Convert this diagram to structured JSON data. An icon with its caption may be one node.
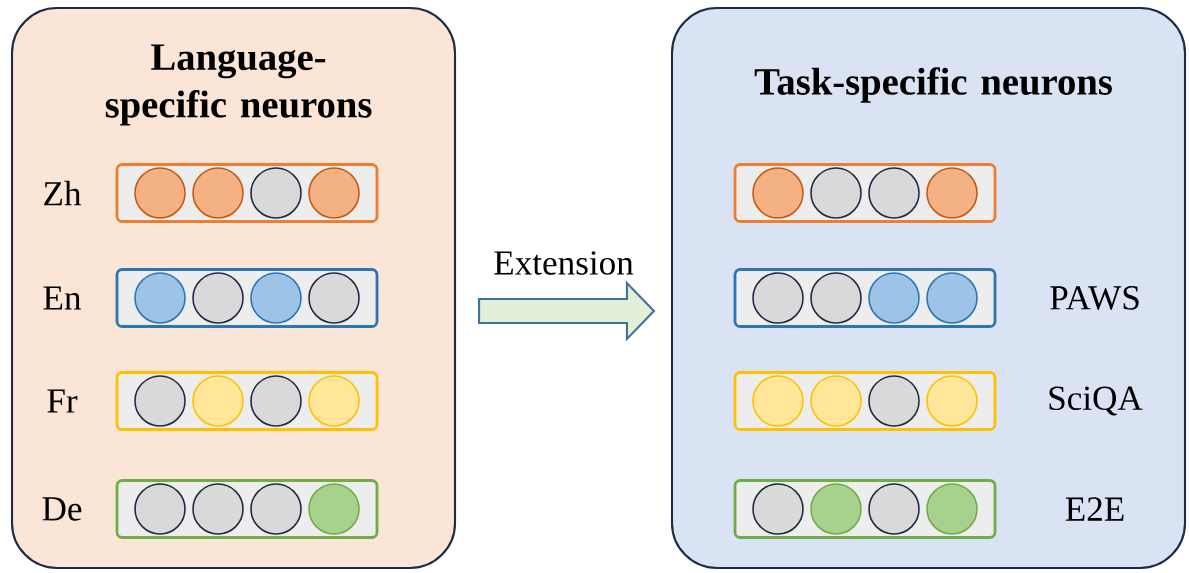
{
  "diagram": {
    "nodes": [
      {
        "text": [
          "Language-specific neurons"
        ]
      },
      {
        "text": [],
        "shape": "box",
        "in": 0,
        "beside": [
          "Zh"
        ]
      },
      {
        "text": [],
        "shape": "box",
        "in": 0,
        "beside": [
          "En"
        ]
      },
      {
        "text": [],
        "shape": "box",
        "in": 0,
        "beside": [
          "Fr"
        ]
      },
      {
        "text": [],
        "shape": "box",
        "in": 0,
        "beside": [
          "De"
        ]
      },
      {
        "text": [
          "Task-specific neurons"
        ]
      },
      {
        "text": [],
        "shape": "box",
        "in": 5
      },
      {
        "text": [],
        "shape": "box",
        "in": 5,
        "beside": [
          "PAWS"
        ]
      },
      {
        "text": [],
        "shape": "box",
        "in": 5,
        "beside": [
          "SciQA"
        ]
      },
      {
        "text": [],
        "shape": "box",
        "in": 5,
        "beside": [
          "E2E"
        ]
      }
    ],
    "edges": [
      {
        "from": 0,
        "to": 5,
        "arrow": "to",
        "label": "Extension"
      }
    ]
  }
}
